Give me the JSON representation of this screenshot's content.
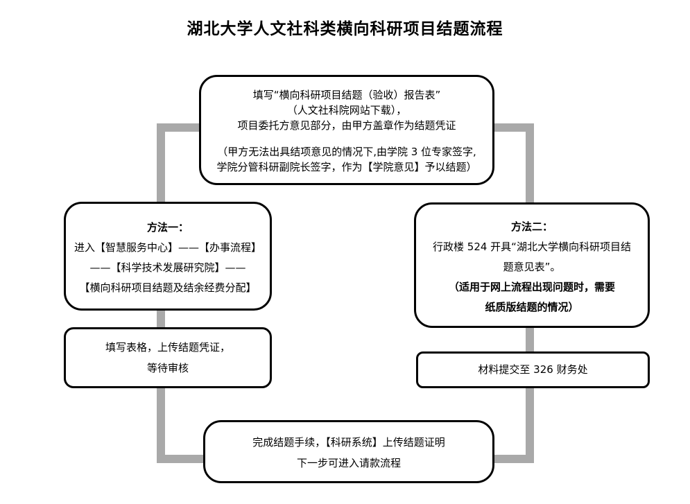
{
  "title": "湖北大学人文社科类横向科研项目结题流程",
  "boxes": {
    "top": {
      "lines": [
        "填写“横向科研项目结题（验收）报告表”",
        "（人文社科院网站下载），",
        "项目委托方意见部分，由甲方盖章作为结题凭证"
      ],
      "note_lines": [
        "（甲方无法出具结项意见的情况下,由学院 3 位专家签字,",
        "学院分管科研副院长签字，作为【学院意见】予以结题）"
      ]
    },
    "method1": {
      "heading": "方法一：",
      "lines": [
        "进入【智慧服务中心】——【办事流程】",
        "——【科学技术发展研究院】——",
        "【横向科研项目结题及结余经费分配】"
      ]
    },
    "method2": {
      "heading": "方法二：",
      "lines": [
        "行政楼 524 开具“湖北大学横向科研项目结",
        "题意见表”。"
      ],
      "bold_lines": [
        "（适用于网上流程出现问题时，需要",
        "纸质版结题的情况）"
      ]
    },
    "fill_form": {
      "lines": [
        "填写表格，上传结题凭证，",
        "等待审核"
      ]
    },
    "submit": {
      "lines": [
        "材料提交至 326 财务处"
      ]
    },
    "bottom": {
      "lines": [
        "完成结题手续，【科研系统】上传结题证明",
        "下一步可进入请款流程"
      ]
    }
  },
  "colors": {
    "connector": "#a9a9a9",
    "border": "#000000",
    "background": "#ffffff"
  }
}
